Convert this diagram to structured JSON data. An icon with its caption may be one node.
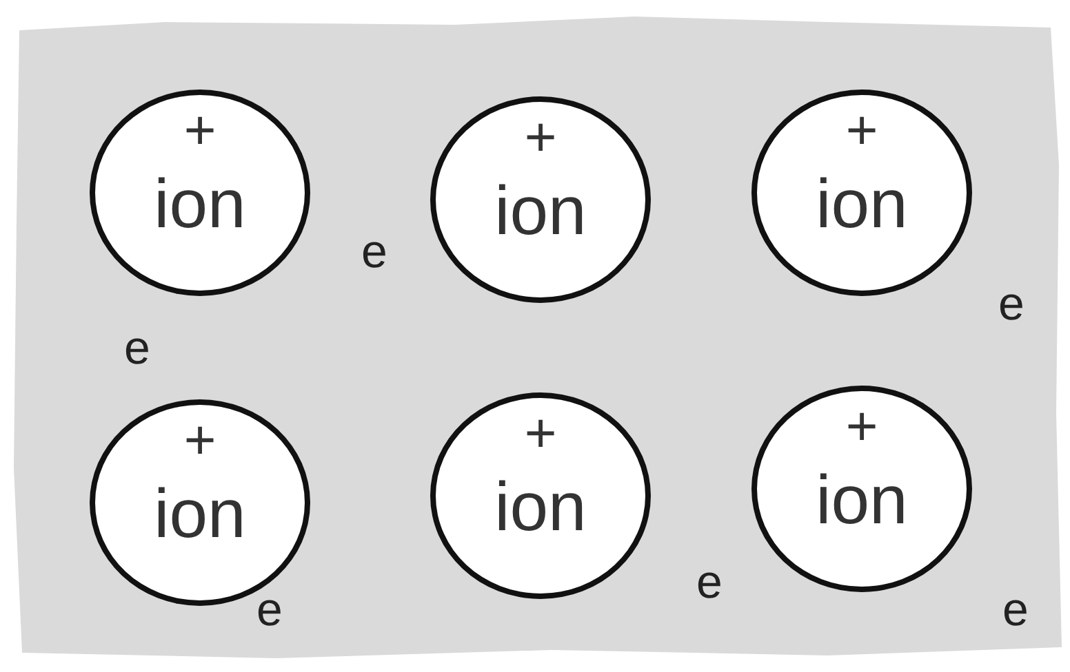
{
  "diagram": {
    "nodes": [
      {
        "text": [
          "+",
          "ion"
        ]
      },
      {
        "text": [
          "+",
          "ion"
        ]
      },
      {
        "text": [
          "+",
          "ion"
        ]
      },
      {
        "text": [
          "+",
          "ion"
        ]
      },
      {
        "text": [
          "+",
          "ion"
        ]
      },
      {
        "text": [
          "+",
          "ion"
        ]
      }
    ],
    "labels": [
      "e",
      "e",
      "e",
      "e",
      "e",
      "e"
    ]
  }
}
